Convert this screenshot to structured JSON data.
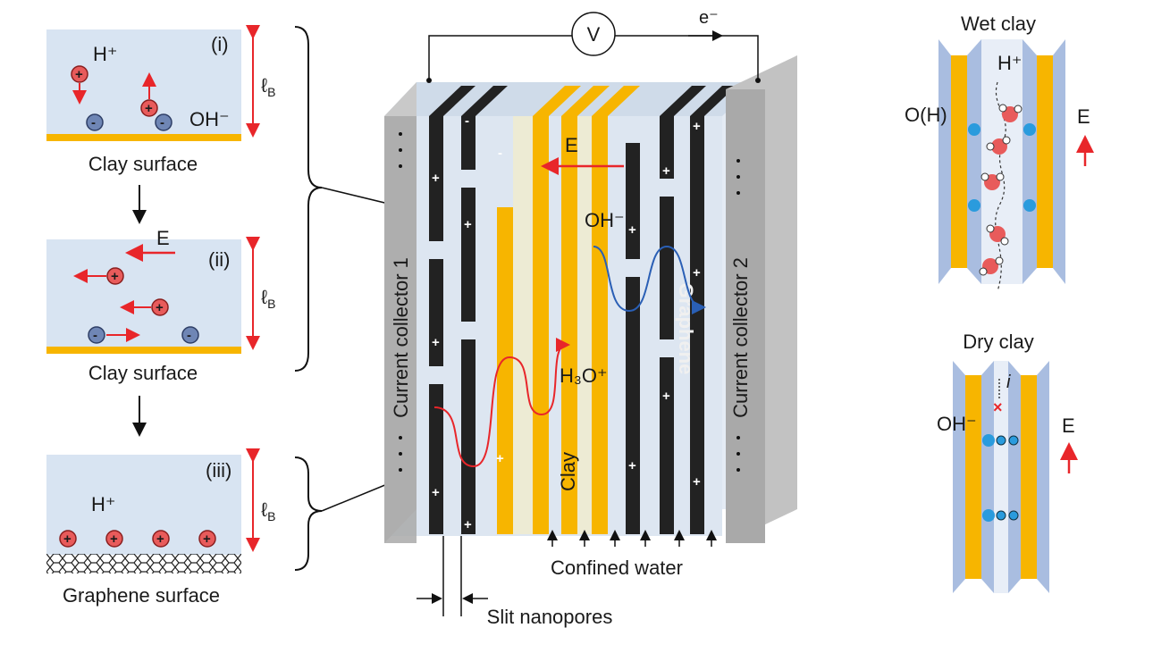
{
  "left_panels": {
    "panel1": {
      "tag": "(i)",
      "ion_pos": "H⁺",
      "ion_neg": "OH⁻",
      "surface": "Clay surface"
    },
    "panel2": {
      "tag": "(ii)",
      "field": "E",
      "surface": "Clay surface"
    },
    "panel3": {
      "tag": "(iii)",
      "ion_pos": "H⁺",
      "surface": "Graphene surface"
    },
    "length_label": "ℓ",
    "length_sub": "B"
  },
  "center": {
    "voltmeter": "V",
    "electron": "e⁻",
    "collector1": "Current collector 1",
    "collector2": "Current collector 2",
    "field": "E",
    "ion_oh": "OH⁻",
    "ion_h3o": "H₃O⁺",
    "clay": "Clay",
    "graphene": "Graphene",
    "water": "Confined water",
    "pores": "Slit nanopores",
    "plus": "+",
    "minus": "-"
  },
  "right_panels": {
    "wet": {
      "title": "Wet clay",
      "ion": "H⁺",
      "group": "O(H)",
      "field": "E"
    },
    "dry": {
      "title": "Dry clay",
      "ion": "OH⁻",
      "field": "E",
      "current": "i"
    }
  },
  "colors": {
    "clay": "#f7b500",
    "graphene": "#222222",
    "collector": "#a9a9a9",
    "water": "#d8e4f2",
    "field": "#e8262a",
    "oh_path": "#2a5fb5",
    "cation": "#e85b5b",
    "anion": "#6f86b5"
  }
}
